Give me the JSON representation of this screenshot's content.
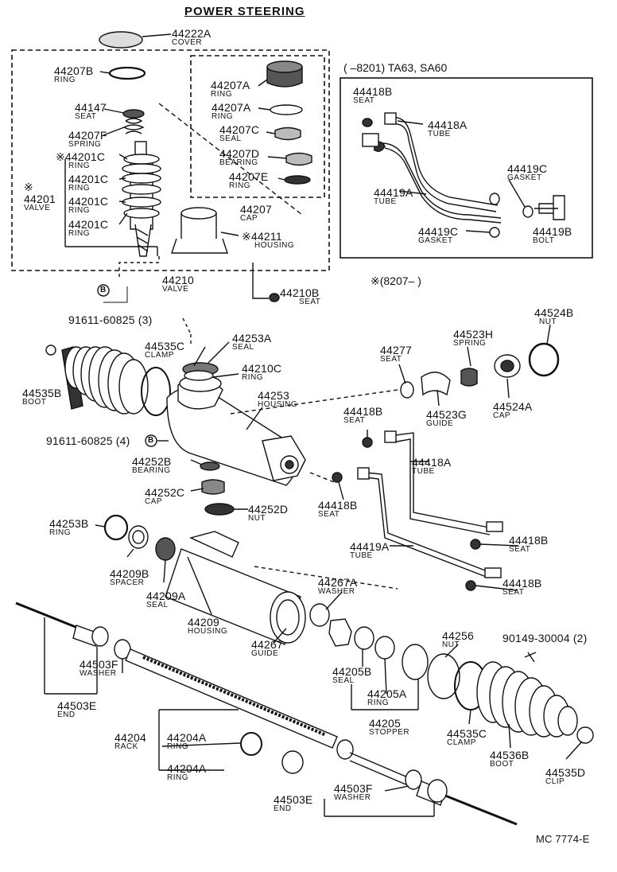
{
  "title": "POWER STEERING",
  "variant_a": {
    "range": "(        –8201) TA63, SA60"
  },
  "variant_b": {
    "range": "※(8207–          )"
  },
  "footer": {
    "code": "MC  7774-E"
  },
  "parts": {
    "p44222A": {
      "num": "44222A",
      "name": "COVER"
    },
    "p44207B": {
      "num": "44207B",
      "name": "RING"
    },
    "p44147": {
      "num": "44147",
      "name": "SEAT"
    },
    "p44207F": {
      "num": "44207F",
      "name": "SPRING"
    },
    "p44201C_1": {
      "num": "※44201C",
      "name": "RING"
    },
    "p44201C_2": {
      "num": "44201C",
      "name": "RING"
    },
    "p44201C_3": {
      "num": "44201C",
      "name": "RING"
    },
    "p44201C_4": {
      "num": "44201C",
      "name": "RING"
    },
    "p44201": {
      "num": "※\n44201",
      "name": "VALVE"
    },
    "p44207A_1": {
      "num": "44207A",
      "name": "RING"
    },
    "p44207A_2": {
      "num": "44207A",
      "name": "RING"
    },
    "p44207C": {
      "num": "44207C",
      "name": "SEAL"
    },
    "p44207D": {
      "num": "44207D",
      "name": "BEARING"
    },
    "p44207E": {
      "num": "44207E",
      "name": "RING"
    },
    "p44207": {
      "num": "44207",
      "name": "CAP"
    },
    "p44211": {
      "num": "※44211",
      "name": "HOUSING"
    },
    "p44210": {
      "num": "44210",
      "name": "VALVE"
    },
    "p44210B": {
      "num": "44210B",
      "name": "SEAT"
    },
    "p91611_3": {
      "num": "91611-60825 (3)",
      "name": "B"
    },
    "p44418B_a": {
      "num": "44418B",
      "name": "SEAT"
    },
    "p44418A_a": {
      "num": "44418A",
      "name": "TUBE"
    },
    "p44419C_a": {
      "num": "44419C",
      "name": "GASKET"
    },
    "p44419A_a": {
      "num": "44419A",
      "name": "TUBE"
    },
    "p44419C_b": {
      "num": "44419C",
      "name": "GASKET"
    },
    "p44419B": {
      "num": "44419B",
      "name": "BOLT"
    },
    "p44524B": {
      "num": "44524B",
      "name": "NUT"
    },
    "p44523H": {
      "num": "44523H",
      "name": "SPRING"
    },
    "p44277": {
      "num": "44277",
      "name": "SEAT"
    },
    "p44535C_1": {
      "num": "44535C",
      "name": "CLAMP"
    },
    "p44253A": {
      "num": "44253A",
      "name": "SEAL"
    },
    "p44210C": {
      "num": "44210C",
      "name": "RING"
    },
    "p44535B": {
      "num": "44535B",
      "name": "BOOT"
    },
    "p44253": {
      "num": "44253",
      "name": "HOUSING"
    },
    "p44523G": {
      "num": "44523G",
      "name": "GUIDE"
    },
    "p44524A": {
      "num": "44524A",
      "name": "CAP"
    },
    "p44418B_b": {
      "num": "44418B",
      "name": "SEAT"
    },
    "p91611_4": {
      "num": "91611-60825 (4)",
      "name": "B"
    },
    "p44252B": {
      "num": "44252B",
      "name": "BEARING"
    },
    "p44418A_b": {
      "num": "44418A",
      "name": "TUBE"
    },
    "p44252C": {
      "num": "44252C",
      "name": "CAP"
    },
    "p44418B_c": {
      "num": "44418B",
      "name": "SEAT"
    },
    "p44252D": {
      "num": "44252D",
      "name": "NUT"
    },
    "p44253B": {
      "num": "44253B",
      "name": "RING"
    },
    "p44418B_d": {
      "num": "44418B",
      "name": "SEAT"
    },
    "p44419A_b": {
      "num": "44419A",
      "name": "TUBE"
    },
    "p44209B": {
      "num": "44209B",
      "name": "SPACER"
    },
    "p44209A": {
      "num": "44209A",
      "name": "SEAL"
    },
    "p44267A": {
      "num": "44267A",
      "name": "WASHER"
    },
    "p44418B_e": {
      "num": "44418B",
      "name": "SEAT"
    },
    "p44209": {
      "num": "44209",
      "name": "HOUSING"
    },
    "p44267": {
      "num": "44267",
      "name": "GUIDE"
    },
    "p44256": {
      "num": "44256",
      "name": "NUT"
    },
    "p90149": {
      "num": "90149-30004 (2)",
      "name": ""
    },
    "p44503F_1": {
      "num": "44503F",
      "name": "WASHER"
    },
    "p44205B": {
      "num": "44205B",
      "name": "SEAL"
    },
    "p44205A": {
      "num": "44205A",
      "name": "RING"
    },
    "p44503E_1": {
      "num": "44503E",
      "name": "END"
    },
    "p44205": {
      "num": "44205",
      "name": "STOPPER"
    },
    "p44535C_2": {
      "num": "44535C",
      "name": "CLAMP"
    },
    "p44536B": {
      "num": "44536B",
      "name": "BOOT"
    },
    "p44535D": {
      "num": "44535D",
      "name": "CLIP"
    },
    "p44204": {
      "num": "44204",
      "name": "RACK"
    },
    "p44204A_1": {
      "num": "44204A",
      "name": "RING"
    },
    "p44204A_2": {
      "num": "44204A",
      "name": "RING"
    },
    "p44503F_2": {
      "num": "44503F",
      "name": "WASHER"
    },
    "p44503E_2": {
      "num": "44503E",
      "name": "END"
    }
  }
}
